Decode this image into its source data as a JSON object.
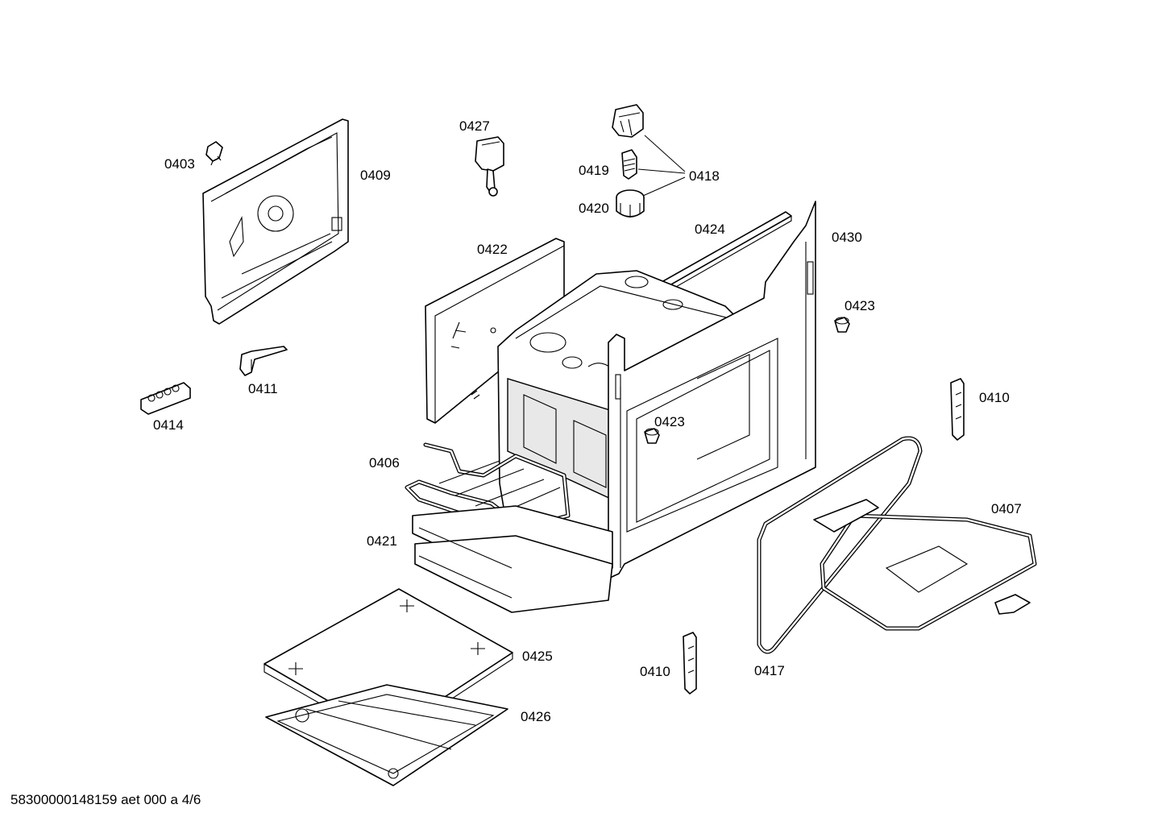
{
  "labels": {
    "p0403": "0403",
    "p0409": "0409",
    "p0427": "0427",
    "p0419": "0419",
    "p0418": "0418",
    "p0420": "0420",
    "p0424": "0424",
    "p0430": "0430",
    "p0422": "0422",
    "p0423a": "0423",
    "p0423b": "0423",
    "p0411": "0411",
    "p0414": "0414",
    "p0410a": "0410",
    "p0410b": "0410",
    "p0406": "0406",
    "p0407": "0407",
    "p0421": "0421",
    "p0425": "0425",
    "p0426": "0426",
    "p0417": "0417"
  },
  "footer": "58300000148159 aet 000 a 4/6"
}
